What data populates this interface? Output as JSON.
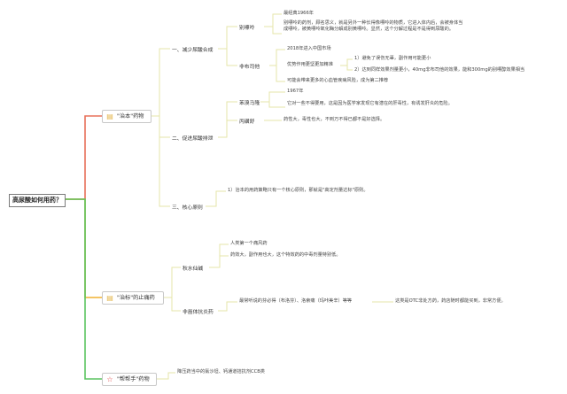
{
  "root": {
    "label": "高尿酸如何用药？"
  },
  "branches": {
    "b1": {
      "label": "\"治本\"药物",
      "icon": "document-icon"
    },
    "b2": {
      "label": "\"治标\"的止痛药",
      "icon": "document-icon"
    },
    "b3": {
      "label": "\"帮帮手\"药物",
      "icon": "star-icon"
    }
  },
  "b1": {
    "s1": {
      "label": "一、减少尿酸合成",
      "allopurinol": {
        "label": "别嘌呤",
        "year": "最经典1966年",
        "desc": "别嘌呤的药剂，顾名思义，就是另外一种长得像嘌呤的物质，它进入体内后，会被身体当成嘌呤，被黄嘌呤氧化酶分解成别黄嘌呤。显然，这个分解过程是不是得到尿酸的。"
      },
      "febuxostat": {
        "label": "非布司他",
        "year": "2018年进入中国市场",
        "advantage": "优势作用更坚更加精准",
        "p1": "1）避免了误伤无辜，副作用可能更小",
        "p2": "2）达到同样效果剂量更小，40mg非布司他的效果，能和300mg的别嘌醇效果相当",
        "risk": "可能会带来更多的心血管疾病风险，成为第二推荐"
      }
    },
    "s2": {
      "label": "二、促进尿酸排泄",
      "benzbromarone": {
        "label": "苯溴马隆",
        "year": "1967年",
        "desc": "它对一些不得要用，这是因为医学家发现它有潜在的肝毒性，有诱发肝炎的危险。"
      },
      "probenecid": {
        "label": "丙磺舒",
        "desc": "药性大，毒性也大，不到万不得已都不是好选择。"
      }
    },
    "s3": {
      "label": "三、核心原则",
      "desc": "1）治本的用药策略只有一个核心原则，那就是\"高定剂量达标\"原则。"
    }
  },
  "b2": {
    "colchicine": {
      "label": "秋水仙碱",
      "l1": "人类第一个痛风药",
      "l2": "药效大，副作用也大，这个特效药的中毒剂量特别低。"
    },
    "nsaids": {
      "label": "非甾体抗炎药",
      "desc": "最常听说的芬必得（布洛芬）、洛索痛（玛咔美辛）等等",
      "otc": "这类是OTC非处方药，药店随时都能买到，非常方便。"
    }
  },
  "b3": {
    "desc": "降压药当中的氯沙坦、钙通道拮抗剂CCB类"
  },
  "colors": {
    "b1": "#e8705a",
    "b2": "#f0b030",
    "b3": "#5cc460",
    "leaf": "#e6e6a8"
  }
}
